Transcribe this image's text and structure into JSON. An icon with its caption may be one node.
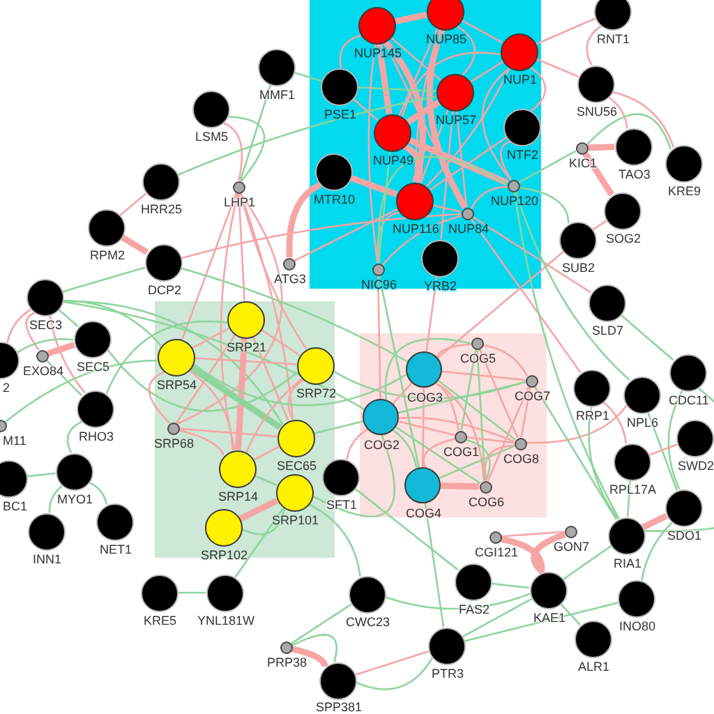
{
  "diagram": {
    "nodes": [
      {
        "text": [],
        "shape": "box"
      },
      {
        "text": [
          "NUP145"
        ],
        "in": 0
      },
      {
        "text": [
          "NUP85"
        ],
        "in": 0
      },
      {
        "text": [
          "NUP1"
        ],
        "in": 0
      },
      {
        "text": [
          "PSE1"
        ],
        "in": 0
      },
      {
        "text": [
          "NUP57"
        ],
        "in": 0
      },
      {
        "text": [
          "NTF2"
        ],
        "in": 0
      },
      {
        "text": [
          "NUP49"
        ],
        "in": 0
      },
      {
        "text": [
          "MTR10"
        ],
        "in": 0
      },
      {
        "text": [
          "NUP120"
        ],
        "in": 0
      },
      {
        "text": [
          "NUP116"
        ],
        "in": 0
      },
      {
        "text": [
          "NUP84"
        ],
        "in": 0
      },
      {
        "text": [
          "NIC96"
        ],
        "in": 0
      },
      {
        "text": [
          "YRB2"
        ],
        "in": 0
      },
      {
        "text": [
          "RNT1"
        ]
      },
      {
        "text": [
          "MMF1"
        ]
      },
      {
        "text": [
          "SNU56"
        ]
      },
      {
        "text": [
          "LSM5"
        ]
      },
      {
        "text": [
          "KIC1"
        ]
      },
      {
        "text": [
          "TAO3"
        ]
      },
      {
        "text": [
          "KRE9"
        ]
      },
      {
        "text": [
          "HRR25"
        ]
      },
      {
        "text": [
          "LHP1"
        ]
      },
      {
        "text": [
          "SOG2"
        ]
      },
      {
        "text": [
          "RPM2"
        ]
      },
      {
        "text": [
          "SUB2"
        ]
      },
      {
        "text": [
          "DCP2"
        ]
      },
      {
        "text": [
          "ATG3"
        ]
      },
      {
        "text": [
          "SEC3"
        ]
      },
      {
        "text": [
          "SLD7"
        ]
      },
      {
        "text": [],
        "shape": "box"
      },
      {
        "text": [
          "SRP21"
        ],
        "in": 30
      },
      {
        "text": [
          "SRP54"
        ],
        "in": 30
      },
      {
        "text": [
          "SRP72"
        ],
        "in": 30
      },
      {
        "text": [
          "SRP68"
        ],
        "in": 30
      },
      {
        "text": [
          "SEC65"
        ],
        "in": 30
      },
      {
        "text": [
          "SRP14"
        ],
        "in": 30
      },
      {
        "text": [
          "SRP101"
        ],
        "in": 30
      },
      {
        "text": [
          "SRP102"
        ],
        "in": 30
      },
      {
        "text": [],
        "shape": "box"
      },
      {
        "text": [
          "COG5"
        ],
        "in": 39
      },
      {
        "text": [
          "COG3"
        ],
        "in": 39
      },
      {
        "text": [
          "COG7"
        ],
        "in": 39
      },
      {
        "text": [
          "COG2"
        ],
        "in": 39
      },
      {
        "text": [
          "COG1"
        ],
        "in": 39
      },
      {
        "text": [
          "COG8"
        ],
        "in": 39
      },
      {
        "text": [
          "COG6"
        ],
        "in": 39
      },
      {
        "text": [
          "COG4"
        ],
        "in": 39
      },
      {
        "text": [
          "SFT1"
        ]
      },
      {
        "text": [
          "SEC5"
        ]
      },
      {
        "text": [
          "EXO84"
        ]
      },
      {
        "text": [
          "2"
        ]
      },
      {
        "text": [
          "M11"
        ]
      },
      {
        "text": [
          "RHO3"
        ]
      },
      {
        "text": [
          "BC1"
        ]
      },
      {
        "text": [
          "MYO1"
        ]
      },
      {
        "text": [
          "INN1"
        ]
      },
      {
        "text": [
          "NET1"
        ]
      },
      {
        "text": [
          "CDC11"
        ]
      },
      {
        "text": [
          "RRP1"
        ]
      },
      {
        "text": [
          "NPL6"
        ]
      },
      {
        "text": [
          "SWD2"
        ]
      },
      {
        "text": [
          "RPL17A"
        ]
      },
      {
        "text": [
          "SDO1"
        ]
      },
      {
        "text": [
          "RIA1"
        ]
      },
      {
        "text": [
          "CGI121"
        ]
      },
      {
        "text": [
          "GON7"
        ]
      },
      {
        "text": [
          "KAE1"
        ]
      },
      {
        "text": [
          "FAS2"
        ]
      },
      {
        "text": [
          "INO80"
        ]
      },
      {
        "text": [
          "KRE5"
        ]
      },
      {
        "text": [
          "YNL181W"
        ]
      },
      {
        "text": [
          "CWC23"
        ]
      },
      {
        "text": [
          "ALR1"
        ]
      },
      {
        "text": [
          "PTR3"
        ]
      },
      {
        "text": [
          "PRP38"
        ]
      },
      {
        "text": [
          "SPP381"
        ]
      }
    ],
    "edges": [
      {
        "from": 1,
        "to": 2,
        "arrow": "none",
        "style": "thick"
      },
      {
        "from": 1,
        "to": 7,
        "arrow": "none",
        "style": "thick"
      },
      {
        "from": 1,
        "to": 5,
        "arrow": "none"
      },
      {
        "from": 1,
        "to": 10,
        "arrow": "none",
        "style": "thick"
      },
      {
        "from": 1,
        "to": 4,
        "arrow": "none"
      },
      {
        "from": 1,
        "to": 11,
        "arrow": "none"
      },
      {
        "from": 2,
        "to": 5,
        "arrow": "none"
      },
      {
        "from": 2,
        "to": 7,
        "arrow": "none"
      },
      {
        "from": 2,
        "to": 10,
        "arrow": "none"
      },
      {
        "from": 2,
        "to": 11,
        "arrow": "none",
        "style": "thick"
      },
      {
        "from": 2,
        "to": 3,
        "arrow": "none"
      },
      {
        "from": 3,
        "to": 5,
        "arrow": "none"
      },
      {
        "from": 3,
        "to": 7,
        "arrow": "none"
      },
      {
        "from": 3,
        "to": 10,
        "arrow": "none"
      },
      {
        "from": 3,
        "to": 6,
        "arrow": "none"
      },
      {
        "from": 3,
        "to": 9,
        "arrow": "none"
      },
      {
        "from": 5,
        "to": 7,
        "arrow": "none",
        "style": "thick"
      },
      {
        "from": 5,
        "to": 10,
        "arrow": "none"
      },
      {
        "from": 5,
        "to": 11,
        "arrow": "none"
      },
      {
        "from": 7,
        "to": 10,
        "arrow": "none",
        "style": "thick"
      },
      {
        "from": 7,
        "to": 9,
        "arrow": "none",
        "style": "thick"
      },
      {
        "from": 10,
        "to": 11,
        "arrow": "none"
      },
      {
        "from": 10,
        "to": 12,
        "arrow": "none"
      },
      {
        "from": 11,
        "to": 9,
        "arrow": "none"
      },
      {
        "from": 11,
        "to": 12,
        "arrow": "none"
      },
      {
        "from": 4,
        "to": 7,
        "arrow": "none"
      },
      {
        "from": 8,
        "to": 10,
        "arrow": "none",
        "style": "thick"
      },
      {
        "from": 8,
        "to": 27,
        "arrow": "none",
        "style": "thick"
      },
      {
        "from": 6,
        "to": 9,
        "arrow": "none"
      },
      {
        "from": 6,
        "to": 10,
        "arrow": "none"
      },
      {
        "from": 4,
        "to": 5,
        "arrow": "none",
        "color": "#8fd49d"
      },
      {
        "from": 15,
        "to": 4,
        "arrow": "none",
        "color": "#8fd49d"
      },
      {
        "from": 5,
        "to": 13,
        "arrow": "none"
      },
      {
        "from": 12,
        "to": 9,
        "arrow": "none",
        "color": "#8fd49d"
      },
      {
        "from": 1,
        "to": 12,
        "arrow": "none"
      },
      {
        "from": 7,
        "to": 12,
        "arrow": "none",
        "color": "#8fd49d"
      },
      {
        "from": 3,
        "to": 14,
        "arrow": "none"
      },
      {
        "from": 3,
        "to": 16,
        "arrow": "none"
      },
      {
        "from": 14,
        "to": 16,
        "arrow": "none"
      },
      {
        "from": 16,
        "to": 19,
        "arrow": "none"
      },
      {
        "from": 16,
        "to": 20,
        "arrow": "none"
      },
      {
        "from": 18,
        "to": 19,
        "arrow": "none",
        "style": "thick"
      },
      {
        "from": 18,
        "to": 20,
        "arrow": "none",
        "color": "#8fd49d"
      },
      {
        "from": 18,
        "to": 23,
        "arrow": "none",
        "style": "thick"
      },
      {
        "from": 23,
        "to": 25,
        "arrow": "none"
      },
      {
        "from": 9,
        "to": 18,
        "arrow": "none",
        "color": "#8fd49d"
      },
      {
        "from": 9,
        "to": 25,
        "arrow": "none",
        "color": "#8fd49d"
      },
      {
        "from": 11,
        "to": 29,
        "arrow": "none"
      },
      {
        "from": 29,
        "to": 58,
        "arrow": "none",
        "color": "#8fd49d"
      },
      {
        "from": 25,
        "to": 41,
        "arrow": "none"
      },
      {
        "from": 22,
        "to": 15,
        "arrow": "none",
        "color": "#8fd49d"
      },
      {
        "from": 17,
        "to": 22,
        "arrow": "none"
      },
      {
        "from": 17,
        "to": 22,
        "arrow": "none",
        "color": "#8fd49d"
      },
      {
        "from": 22,
        "to": 31,
        "arrow": "none"
      },
      {
        "from": 22,
        "to": 32,
        "arrow": "none"
      },
      {
        "from": 22,
        "to": 33,
        "arrow": "none"
      },
      {
        "from": 22,
        "to": 36,
        "arrow": "none"
      },
      {
        "from": 22,
        "to": 35,
        "arrow": "none"
      },
      {
        "from": 22,
        "to": 34,
        "arrow": "none"
      },
      {
        "from": 21,
        "to": 24,
        "arrow": "none"
      },
      {
        "from": 21,
        "to": 5,
        "arrow": "none",
        "color": "#8fd49d"
      },
      {
        "from": 24,
        "to": 26,
        "arrow": "none",
        "style": "thick"
      },
      {
        "from": 26,
        "to": 11,
        "arrow": "none"
      },
      {
        "from": 26,
        "to": 28,
        "arrow": "none",
        "color": "#8fd49d"
      },
      {
        "from": 26,
        "to": 41,
        "arrow": "none",
        "color": "#8fd49d"
      },
      {
        "from": 27,
        "to": 10,
        "arrow": "none"
      },
      {
        "from": 28,
        "to": 49,
        "arrow": "none",
        "color": "#8fd49d"
      },
      {
        "from": 28,
        "to": 50,
        "arrow": "none"
      },
      {
        "from": 28,
        "to": 53,
        "arrow": "none"
      },
      {
        "from": 51,
        "to": 28,
        "arrow": "none"
      },
      {
        "from": 28,
        "to": 32,
        "arrow": "none",
        "color": "#8fd49d"
      },
      {
        "from": 28,
        "to": 35,
        "arrow": "none",
        "color": "#8fd49d"
      },
      {
        "from": 28,
        "to": 43,
        "arrow": "none",
        "color": "#8fd49d"
      },
      {
        "from": 49,
        "to": 50,
        "arrow": "none",
        "style": "thick"
      },
      {
        "from": 51,
        "to": 49,
        "arrow": "none",
        "color": "#8fd49d"
      },
      {
        "from": 50,
        "to": 53,
        "arrow": "none",
        "color": "#8fd49d"
      },
      {
        "from": 49,
        "to": 33,
        "arrow": "none",
        "color": "#8fd49d"
      },
      {
        "from": 53,
        "to": 31,
        "arrow": "none",
        "color": "#8fd49d"
      },
      {
        "from": 52,
        "to": 32,
        "arrow": "none",
        "color": "#8fd49d"
      },
      {
        "from": 53,
        "to": 55,
        "arrow": "none",
        "color": "#8fd49d"
      },
      {
        "from": 54,
        "to": 55,
        "arrow": "none",
        "color": "#8fd49d"
      },
      {
        "from": 55,
        "to": 56,
        "arrow": "none",
        "color": "#8fd49d"
      },
      {
        "from": 55,
        "to": 57,
        "arrow": "none",
        "color": "#8fd49d"
      },
      {
        "from": 70,
        "to": 71,
        "arrow": "none",
        "color": "#8fd49d"
      },
      {
        "from": 71,
        "to": 37,
        "arrow": "none",
        "color": "#8fd49d"
      },
      {
        "from": 38,
        "to": 37,
        "arrow": "none",
        "style": "thick"
      },
      {
        "from": 38,
        "to": 37,
        "arrow": "none",
        "color": "#8fd49d"
      },
      {
        "from": 31,
        "to": 32,
        "arrow": "none"
      },
      {
        "from": 31,
        "to": 33,
        "arrow": "none"
      },
      {
        "from": 31,
        "to": 36,
        "arrow": "none",
        "style": "thick"
      },
      {
        "from": 31,
        "to": 35,
        "arrow": "none"
      },
      {
        "from": 31,
        "to": 34,
        "arrow": "none"
      },
      {
        "from": 32,
        "to": 35,
        "arrow": "none",
        "style": "thick",
        "color": "#8fd49d"
      },
      {
        "from": 32,
        "to": 34,
        "arrow": "none"
      },
      {
        "from": 32,
        "to": 36,
        "arrow": "none"
      },
      {
        "from": 32,
        "to": 33,
        "arrow": "none"
      },
      {
        "from": 33,
        "to": 35,
        "arrow": "none"
      },
      {
        "from": 33,
        "to": 36,
        "arrow": "none"
      },
      {
        "from": 34,
        "to": 35,
        "arrow": "none"
      },
      {
        "from": 34,
        "to": 36,
        "arrow": "none"
      },
      {
        "from": 36,
        "to": 35,
        "arrow": "none"
      },
      {
        "from": 36,
        "to": 37,
        "arrow": "none",
        "color": "#8fd49d"
      },
      {
        "from": 35,
        "to": 43,
        "arrow": "none",
        "color": "#8fd49d"
      },
      {
        "from": 37,
        "to": 43,
        "arrow": "none",
        "color": "#8fd49d"
      },
      {
        "from": 37,
        "to": 72,
        "arrow": "none",
        "color": "#8fd49d"
      },
      {
        "from": 32,
        "to": 41,
        "arrow": "none",
        "color": "#8fd49d"
      },
      {
        "from": 33,
        "to": 42,
        "arrow": "none",
        "color": "#8fd49d"
      },
      {
        "from": 41,
        "to": 43,
        "arrow": "none"
      },
      {
        "from": 41,
        "to": 40,
        "arrow": "none"
      },
      {
        "from": 41,
        "to": 42,
        "arrow": "none"
      },
      {
        "from": 41,
        "to": 44,
        "arrow": "none"
      },
      {
        "from": 41,
        "to": 45,
        "arrow": "none",
        "color": "#8fd49d"
      },
      {
        "from": 41,
        "to": 46,
        "arrow": "none"
      },
      {
        "from": 41,
        "to": 47,
        "arrow": "none"
      },
      {
        "from": 43,
        "to": 47,
        "arrow": "none",
        "color": "#8fd49d"
      },
      {
        "from": 43,
        "to": 44,
        "arrow": "none"
      },
      {
        "from": 43,
        "to": 45,
        "arrow": "none"
      },
      {
        "from": 43,
        "to": 42,
        "arrow": "none",
        "color": "#8fd49d"
      },
      {
        "from": 43,
        "to": 46,
        "arrow": "none",
        "color": "#8fd49d"
      },
      {
        "from": 43,
        "to": 40,
        "arrow": "none",
        "color": "#8fd49d"
      },
      {
        "from": 47,
        "to": 44,
        "arrow": "none"
      },
      {
        "from": 47,
        "to": 46,
        "arrow": "none",
        "style": "thick"
      },
      {
        "from": 47,
        "to": 45,
        "arrow": "none",
        "color": "#8fd49d"
      },
      {
        "from": 40,
        "to": 42,
        "arrow": "none"
      },
      {
        "from": 40,
        "to": 44,
        "arrow": "none",
        "color": "#8fd49d"
      },
      {
        "from": 40,
        "to": 45,
        "arrow": "none"
      },
      {
        "from": 40,
        "to": 46,
        "arrow": "none",
        "color": "#8fd49d"
      },
      {
        "from": 42,
        "to": 45,
        "arrow": "none"
      },
      {
        "from": 42,
        "to": 46,
        "arrow": "none"
      },
      {
        "from": 44,
        "to": 45,
        "arrow": "none"
      },
      {
        "from": 44,
        "to": 46,
        "arrow": "none",
        "color": "#8fd49d"
      },
      {
        "from": 45,
        "to": 46,
        "arrow": "none"
      },
      {
        "from": 48,
        "to": 43,
        "arrow": "none"
      },
      {
        "from": 12,
        "to": 43,
        "arrow": "none"
      },
      {
        "from": 13,
        "to": 41,
        "arrow": "none"
      },
      {
        "from": 12,
        "to": 47,
        "arrow": "none",
        "color": "#8fd49d"
      },
      {
        "from": 45,
        "to": 60,
        "arrow": "none"
      },
      {
        "from": 48,
        "to": 68,
        "arrow": "none",
        "color": "#8fd49d"
      },
      {
        "from": 47,
        "to": 74,
        "arrow": "none",
        "color": "#8fd49d"
      },
      {
        "from": 42,
        "to": 64,
        "arrow": "none",
        "color": "#8fd49d"
      },
      {
        "from": 72,
        "to": 75,
        "arrow": "none",
        "color": "#8fd49d"
      },
      {
        "from": 75,
        "to": 76,
        "arrow": "none",
        "style": "thick"
      },
      {
        "from": 75,
        "to": 76,
        "arrow": "none",
        "color": "#8fd49d"
      },
      {
        "from": 76,
        "to": 74,
        "arrow": "none"
      },
      {
        "from": 74,
        "to": 76,
        "arrow": "none",
        "color": "#8fd49d"
      },
      {
        "from": 74,
        "to": 67,
        "arrow": "none",
        "color": "#8fd49d"
      },
      {
        "from": 74,
        "to": 69,
        "arrow": "none",
        "color": "#8fd49d"
      },
      {
        "from": 67,
        "to": 65,
        "arrow": "none",
        "style": "thick"
      },
      {
        "from": 67,
        "to": 66,
        "arrow": "none",
        "style": "thick"
      },
      {
        "from": 65,
        "to": 66,
        "arrow": "none"
      },
      {
        "from": 67,
        "to": 68,
        "arrow": "none",
        "color": "#8fd49d"
      },
      {
        "from": 67,
        "to": 64,
        "arrow": "none",
        "color": "#8fd49d"
      },
      {
        "from": 67,
        "to": 73,
        "arrow": "none",
        "color": "#8fd49d"
      },
      {
        "from": 64,
        "to": 63,
        "arrow": "none",
        "style": "thick"
      },
      {
        "from": 64,
        "to": 59,
        "arrow": "none",
        "color": "#8fd49d"
      },
      {
        "from": 64,
        "to": 62,
        "arrow": "none",
        "color": "#8fd49d"
      },
      {
        "from": 63,
        "to": 69,
        "arrow": "none",
        "color": "#8fd49d"
      },
      {
        "from": 63,
        "to": 60,
        "arrow": "none",
        "color": "#8fd49d"
      },
      {
        "from": 63,
        "to": 58,
        "arrow": "none",
        "color": "#8fd49d"
      },
      {
        "from": 62,
        "to": 61,
        "arrow": "none"
      },
      {
        "from": 62,
        "to": 59,
        "arrow": "none"
      },
      {
        "from": 59,
        "to": 11,
        "arrow": "none"
      },
      {
        "from": 60,
        "to": 9,
        "arrow": "none",
        "color": "#8fd49d"
      },
      {
        "from": 58,
        "to": 64,
        "arrow": "none",
        "color": "#8fd49d"
      },
      {
        "from": 9,
        "to": 64,
        "arrow": "none",
        "color": "#8fd49d"
      },
      {
        "from": 72,
        "to": 67,
        "arrow": "none",
        "color": "#8fd49d"
      }
    ]
  }
}
